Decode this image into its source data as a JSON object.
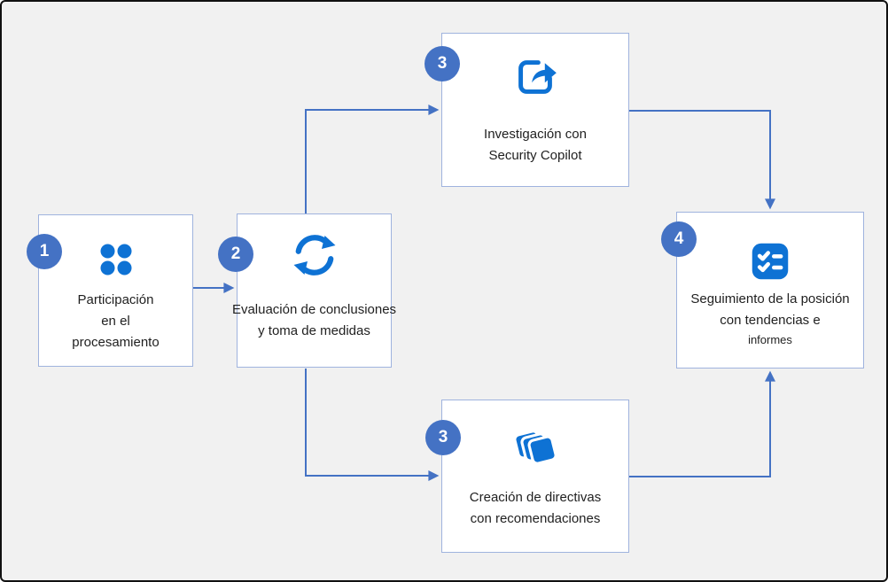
{
  "diagram": {
    "background_color": "#f1f1f1",
    "box_background": "#ffffff",
    "box_border_color": "#9fb3de",
    "badge_color": "#4472c4",
    "arrow_color": "#4472c4",
    "icon_color": "#0e72d4"
  },
  "nodes": [
    {
      "badge": "1",
      "icon": "grid-dots-icon",
      "label": "Participación\nen el\nprocesamiento"
    },
    {
      "badge": "2",
      "icon": "sync-arrows-icon",
      "label": "Evaluación de conclusiones\ny toma de medidas"
    },
    {
      "badge": "3",
      "icon": "share-arrow-icon",
      "label": "Investigación con\nSecurity Copilot"
    },
    {
      "badge": "3",
      "icon": "layers-icon",
      "label": "Creación de directivas\ncon recomendaciones"
    },
    {
      "badge": "4",
      "icon": "checklist-icon",
      "label": "Seguimiento de la posición\ncon tendencias e",
      "label_small": "informes"
    }
  ],
  "connections": [
    {
      "from": "1",
      "to": "2"
    },
    {
      "from": "2",
      "to": "3-investigacion"
    },
    {
      "from": "2",
      "to": "3-directivas"
    },
    {
      "from": "3-investigacion",
      "to": "4"
    },
    {
      "from": "3-directivas",
      "to": "4"
    }
  ]
}
